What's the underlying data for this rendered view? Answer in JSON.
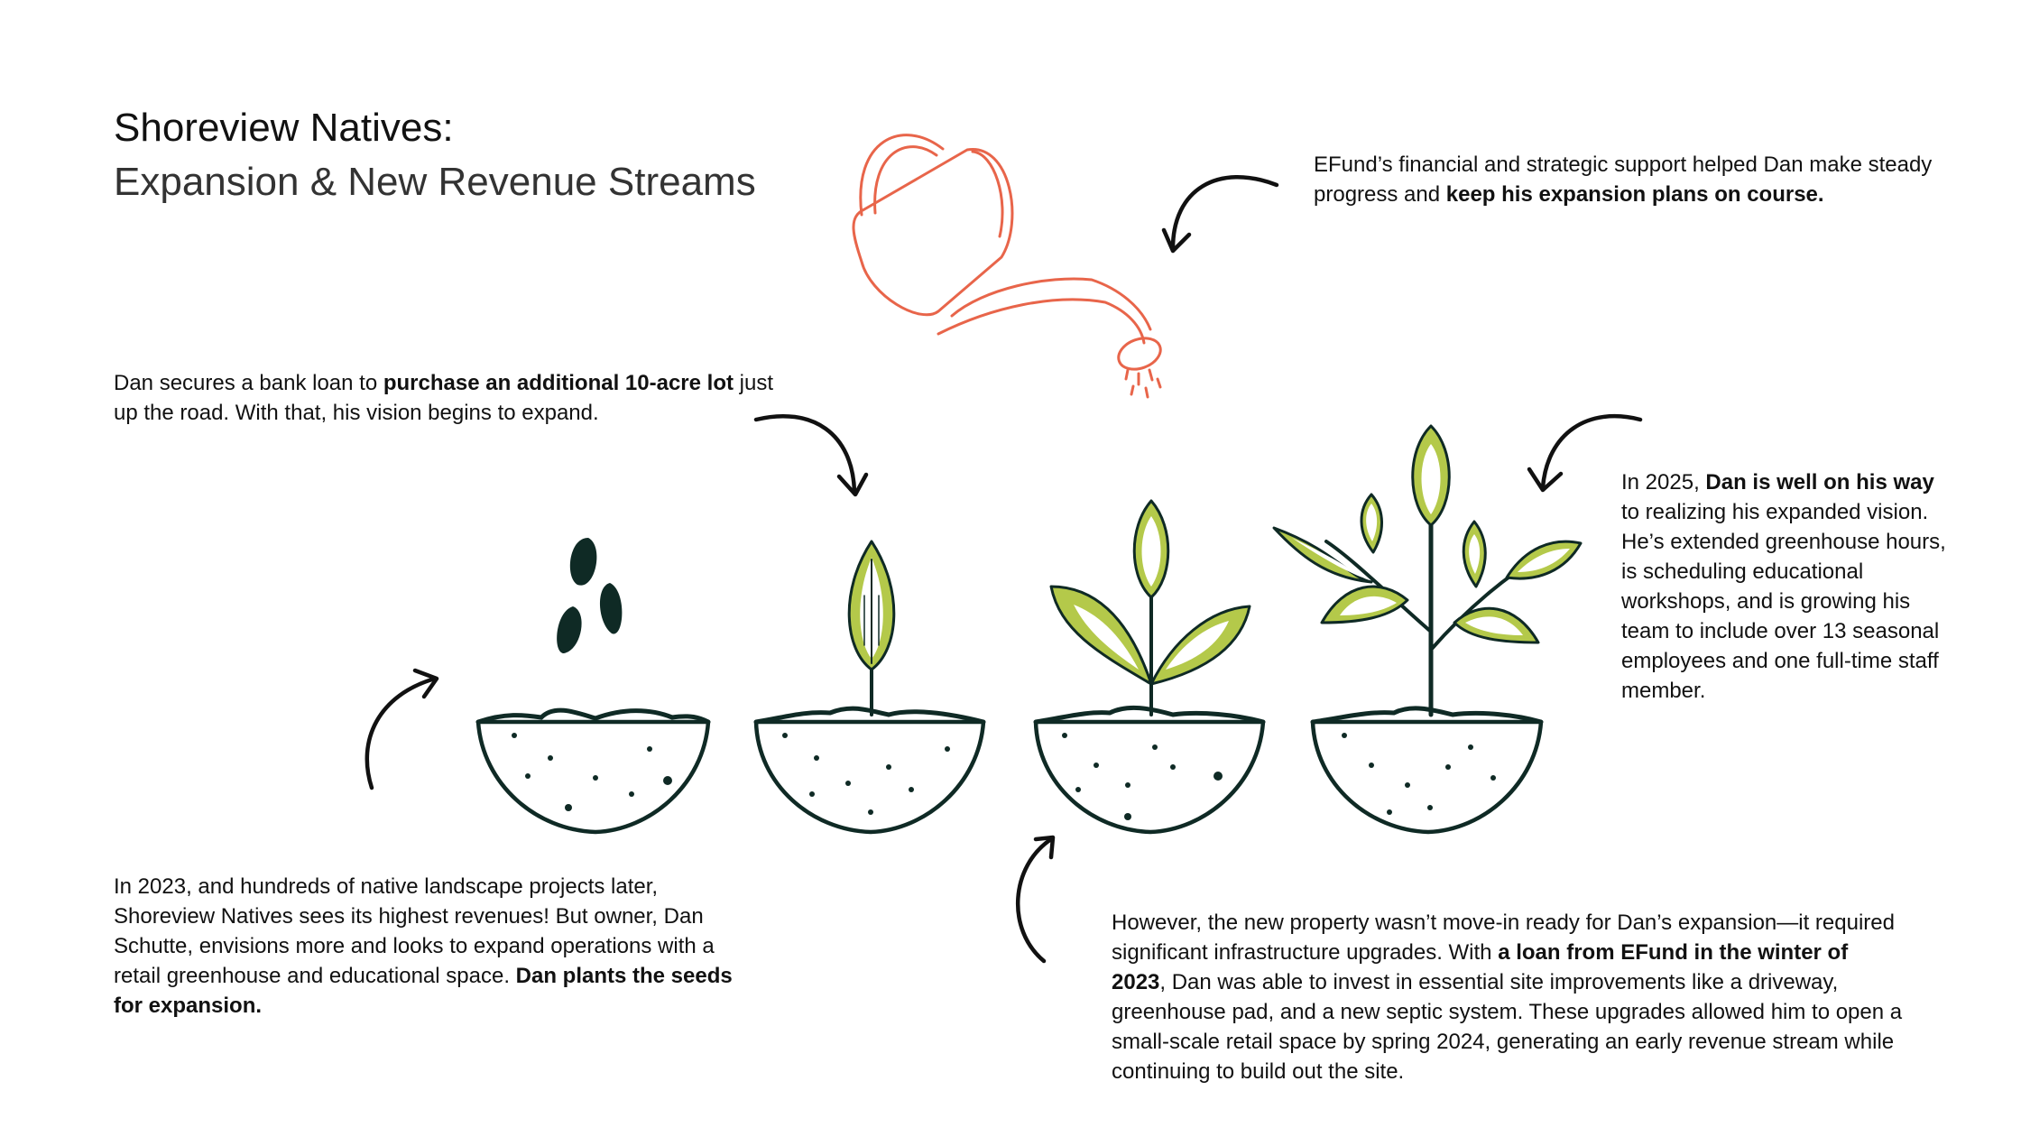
{
  "title": {
    "line1": "Shoreview Natives:",
    "line2": "Expansion & New Revenue Streams"
  },
  "notes": {
    "efund": {
      "text": "EFund’s financial and strategic support helped Dan make steady progress and ",
      "bold": "keep his expansion plans on course."
    },
    "bank_loan": {
      "text": "Dan secures a bank loan to ",
      "bold": "purchase an additional 10-acre lot",
      "after": " just up the road. With that, his vision begins to expand."
    },
    "year_2025": {
      "text": "In 2025, ",
      "bold": "Dan is well on his way",
      "after": " to realizing his expanded vision. He’s extended greenhouse hours, is scheduling educational workshops, and is growing his team to include over 13 seasonal employees and one full-time staff member."
    },
    "year_2023": {
      "text": "In 2023, and hundreds of native landscape projects later, Shoreview Natives sees its highest revenues! But owner, Dan Schutte, envisions more and looks to expand operations with a retail greenhouse and educational space. ",
      "bold": "Dan plants the seeds for expansion."
    },
    "property": {
      "text": "However, the new property wasn’t move-in ready for Dan’s expansion—it required significant infrastructure upgrades. With ",
      "bold": "a loan from EFund in the winter of 2023",
      "after": ", Dan was able to invest in essential site improvements like a driveway, greenhouse pad, and a new septic system. These upgrades allowed him to open a small-scale retail space by spring 2024, generating an early revenue stream while continuing to build out the site."
    }
  },
  "colors": {
    "ink": "#0f2a25",
    "leaf_green": "#b4c94a",
    "watering_can": "#e8654a",
    "arrow": "#111111"
  },
  "icons": [
    "watering-can-icon",
    "seeds-icon",
    "sprout-icon",
    "seedling-icon",
    "plant-icon",
    "soil-bowl-icon",
    "curved-arrow-icon"
  ]
}
